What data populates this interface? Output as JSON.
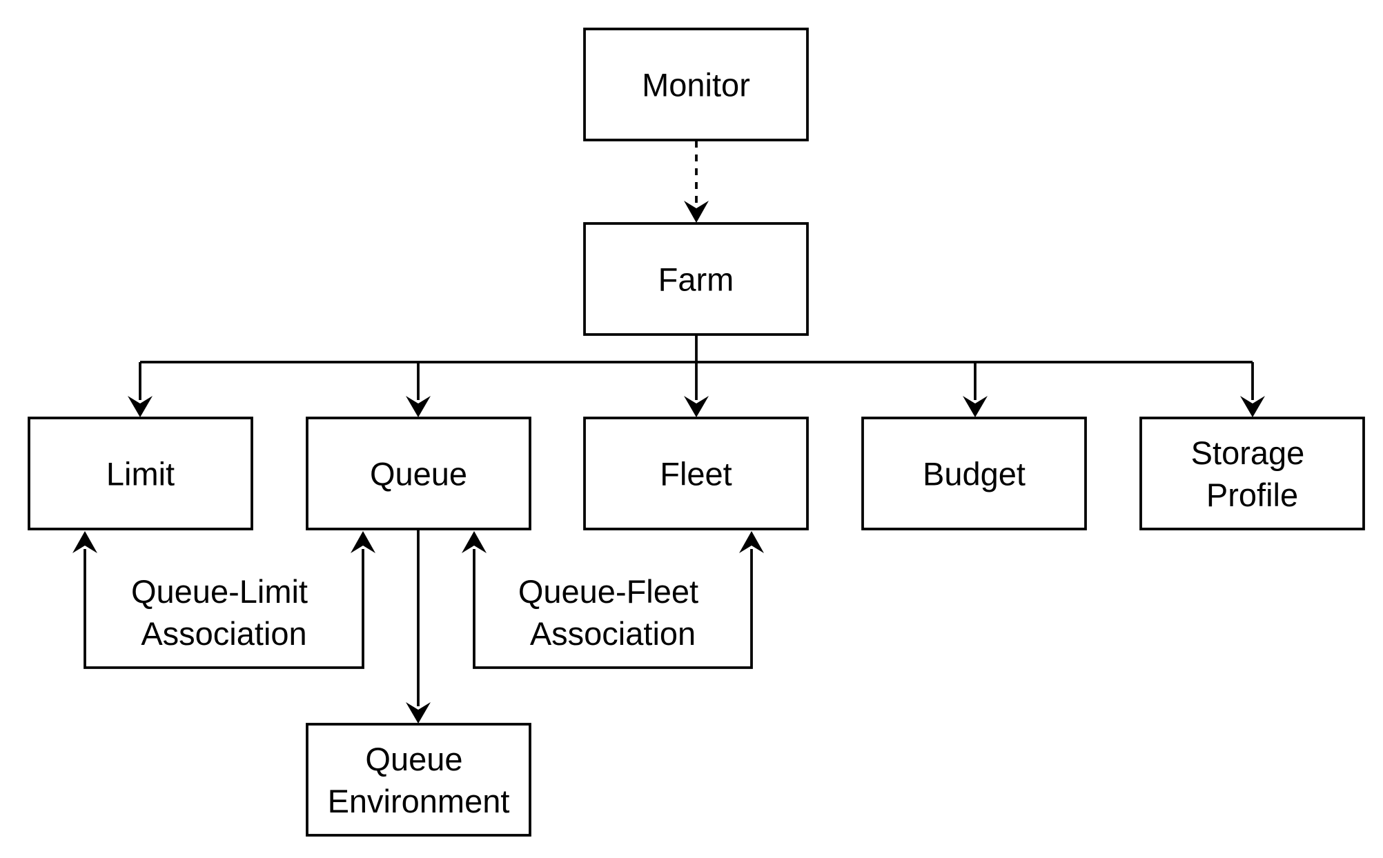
{
  "colors": {
    "stroke": "#000000",
    "fill": "#ffffff",
    "text": "#000000"
  },
  "nodes": {
    "monitor": {
      "label_lines": [
        "Monitor"
      ]
    },
    "farm": {
      "label_lines": [
        "Farm"
      ]
    },
    "limit": {
      "label_lines": [
        "Limit"
      ]
    },
    "queue": {
      "label_lines": [
        "Queue"
      ]
    },
    "fleet": {
      "label_lines": [
        "Fleet"
      ]
    },
    "budget": {
      "label_lines": [
        "Budget"
      ]
    },
    "storage_profile": {
      "label_lines": [
        "Storage",
        "Profile"
      ]
    },
    "queue_environment": {
      "label_lines": [
        "Queue",
        "Environment"
      ]
    }
  },
  "associations": {
    "queue_limit": {
      "label_lines": [
        "Queue-Limit",
        "Association"
      ]
    },
    "queue_fleet": {
      "label_lines": [
        "Queue-Fleet",
        "Association"
      ]
    }
  },
  "edges": [
    {
      "from": "monitor",
      "to": "farm",
      "style": "dashed"
    },
    {
      "from": "farm",
      "to": "limit",
      "style": "solid"
    },
    {
      "from": "farm",
      "to": "queue",
      "style": "solid"
    },
    {
      "from": "farm",
      "to": "fleet",
      "style": "solid"
    },
    {
      "from": "farm",
      "to": "budget",
      "style": "solid"
    },
    {
      "from": "farm",
      "to": "storage_profile",
      "style": "solid"
    },
    {
      "from": "queue",
      "to": "queue_environment",
      "style": "solid"
    },
    {
      "from": "queue_limit",
      "to": [
        "limit",
        "queue"
      ],
      "style": "solid"
    },
    {
      "from": "queue_fleet",
      "to": [
        "queue",
        "fleet"
      ],
      "style": "solid"
    }
  ]
}
